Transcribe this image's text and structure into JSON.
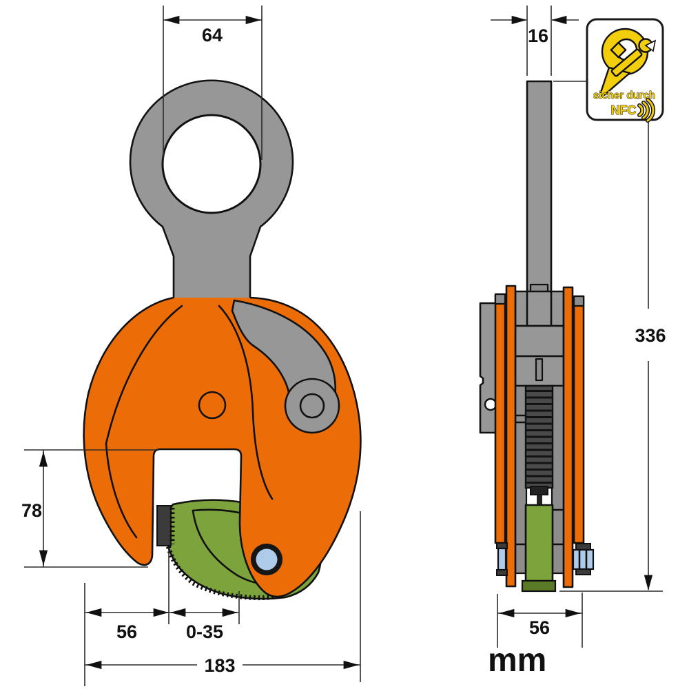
{
  "drawing": {
    "type": "technical-drawing",
    "subject": "vertical plate lifting clamp, front and side view"
  },
  "dimensions": {
    "eye_width": "64",
    "plate_thickness": "16",
    "overall_height": "336",
    "jaw_opening_height": "78",
    "left_section_width": "56",
    "clamping_range": "0-35",
    "overall_width": "183",
    "body_width": "56",
    "unit_label": "mm"
  },
  "logo": {
    "tagline": "sicher durch",
    "brand": "NFC"
  },
  "colors": {
    "body_orange": "#EC6D07",
    "steel_gray": "#979797",
    "cam_green": "#7DA33C",
    "pin_blue": "#AECBE9",
    "logo_yellow": "#F2CE0C",
    "line_black": "#111111"
  }
}
